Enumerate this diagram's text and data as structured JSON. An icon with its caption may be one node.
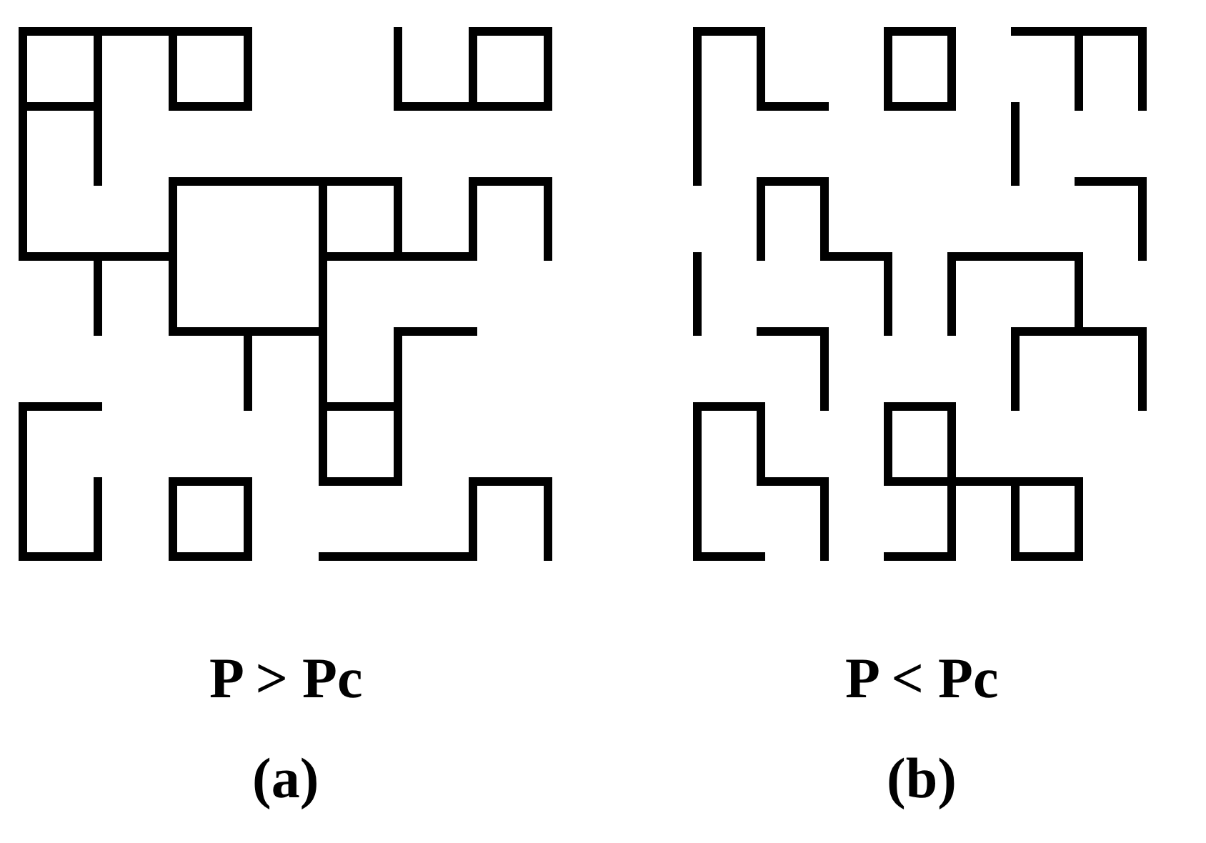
{
  "diagram": {
    "labels": [
      "P > Pc",
      "(a)",
      "P < Pc",
      "(b)"
    ]
  }
}
